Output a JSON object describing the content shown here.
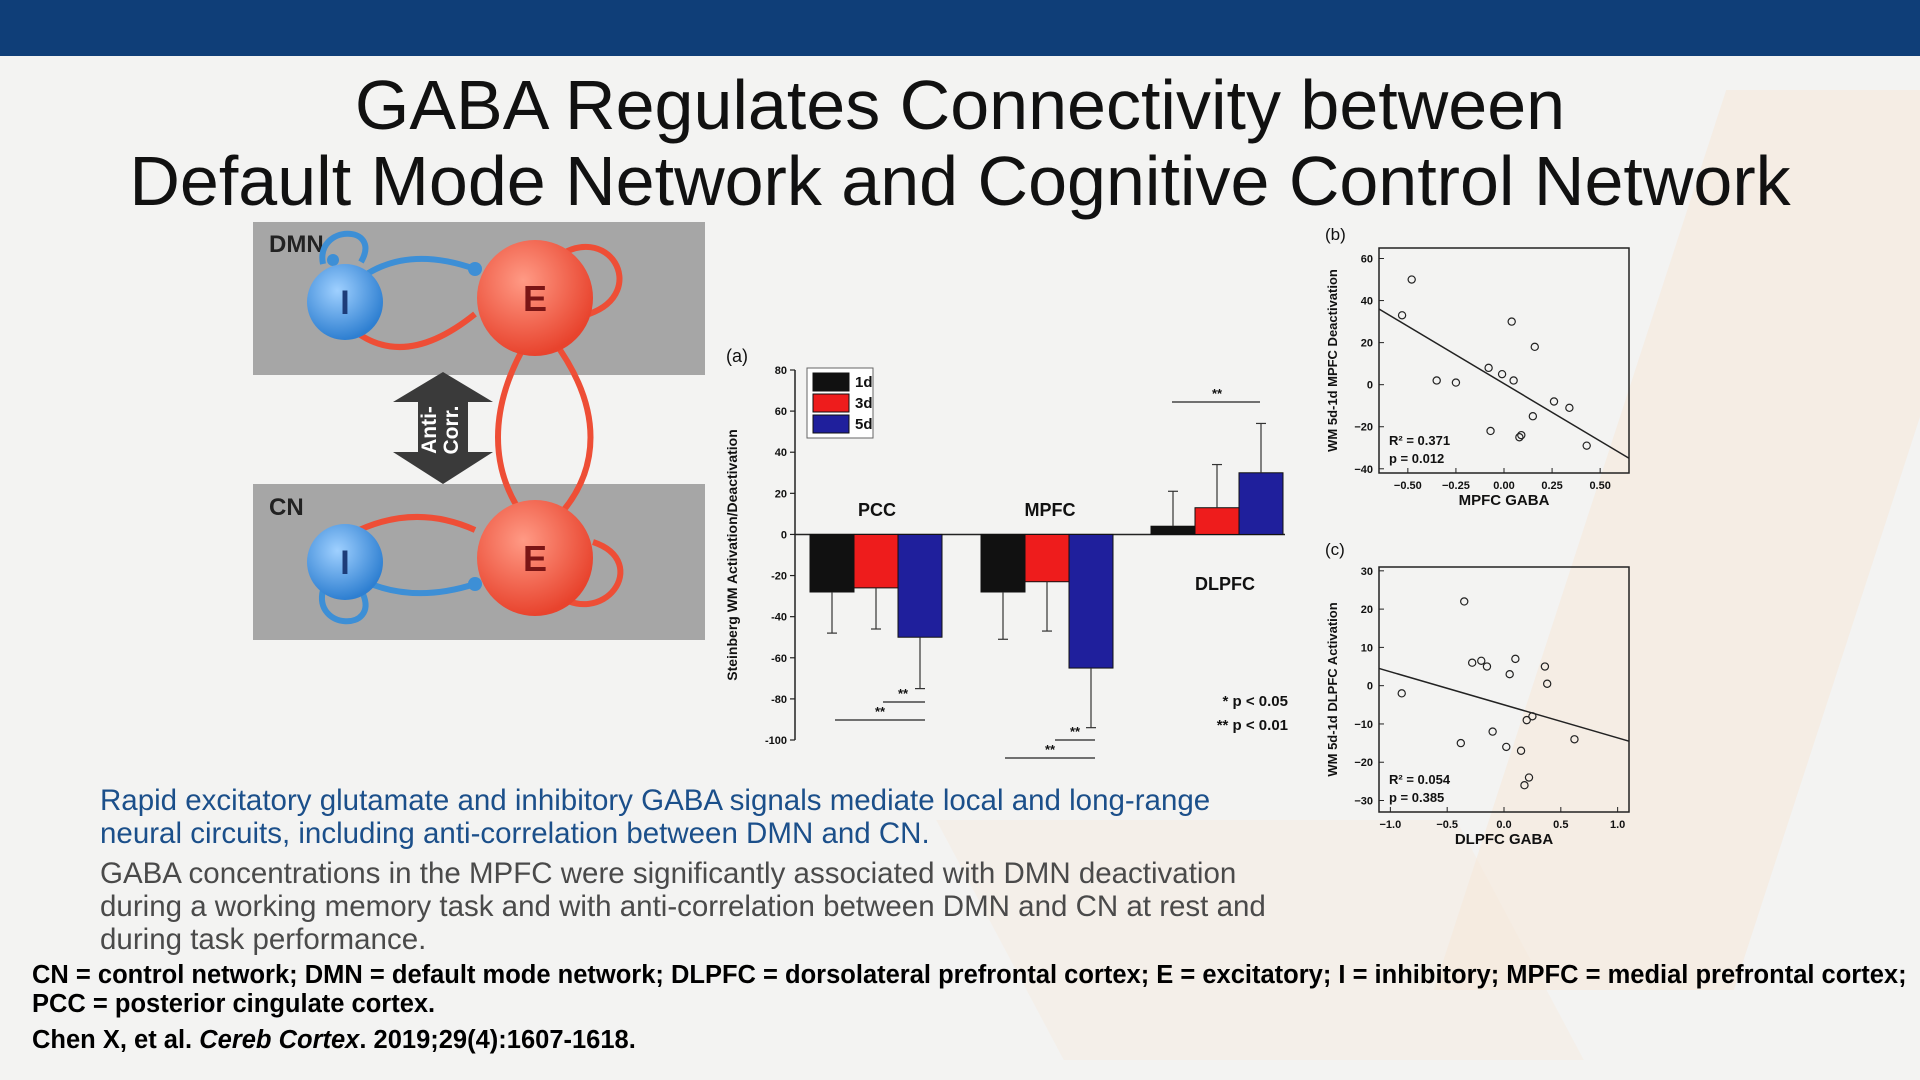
{
  "slide": {
    "title_line1": "GABA Regulates Connectivity between",
    "title_line2": "Default Mode Network and Cognitive Control Network",
    "text_blue": "Rapid excitatory glutamate and inhibitory GABA signals mediate local and long-range neural circuits, including anti-correlation between DMN and CN.",
    "text_gray": "GABA concentrations in the MPFC were significantly associated with DMN deactivation during a working memory task and with anti-correlation between DMN and CN at rest and during task performance.",
    "footnote": "CN = control network; DMN = default mode network; DLPFC = dorsolateral prefrontal cortex; E = excitatory; I = inhibitory; MPFC = medial prefrontal cortex; PCC = posterior cingulate cortex.",
    "citation_authors": "Chen X, et al. ",
    "citation_journal": "Cereb Cortex",
    "citation_rest": ". 2019;29(4):1607-1618."
  },
  "diagram": {
    "dmn_label": "DMN",
    "cn_label": "CN",
    "i_label": "I",
    "e_label": "E",
    "arrow_label_1": "Anti-",
    "arrow_label_2": "Corr.",
    "colors": {
      "panel": "#a6a6a6",
      "inhibitory": "#3d8fd6",
      "excitatory": "#ee4e36",
      "arrow": "#3a3a3a"
    }
  },
  "chart_data": [
    {
      "type": "bar",
      "panel": "(a)",
      "ylabel": "Steinberg WM Activation/Deactivation",
      "ylim": [
        -100,
        80
      ],
      "yticks": [
        80,
        60,
        40,
        20,
        0,
        -20,
        -40,
        -60,
        -80,
        -100
      ],
      "groups": [
        "PCC",
        "MPFC",
        "DLPFC"
      ],
      "series": [
        {
          "name": "1d",
          "color": "#111111",
          "values": [
            -28,
            -28,
            4
          ],
          "errors": [
            20,
            23,
            17
          ]
        },
        {
          "name": "3d",
          "color": "#ee1c1c",
          "values": [
            -26,
            -23,
            13
          ],
          "errors": [
            20,
            24,
            21
          ]
        },
        {
          "name": "5d",
          "color": "#1f1f9c",
          "values": [
            -50,
            -65,
            30
          ],
          "errors": [
            25,
            29,
            24
          ]
        }
      ],
      "significance_marks": [
        "**",
        "**",
        "**",
        "**",
        "**"
      ],
      "significance_legend": [
        "* p < 0.05",
        "** p < 0.01"
      ]
    },
    {
      "type": "scatter",
      "panel": "(b)",
      "xlabel": "MPFC GABA",
      "ylabel": "WM 5d-1d MPFC Deactivation",
      "xlim": [
        -0.65,
        0.65
      ],
      "ylim": [
        -42,
        65
      ],
      "xticks": [
        "−0.50",
        "−0.25",
        "0.00",
        "0.25",
        "0.50"
      ],
      "yticks": [
        "60",
        "40",
        "20",
        "0",
        "−20",
        "−40"
      ],
      "points": [
        {
          "x": -0.53,
          "y": 33
        },
        {
          "x": -0.48,
          "y": 50
        },
        {
          "x": -0.35,
          "y": 2
        },
        {
          "x": -0.25,
          "y": 1
        },
        {
          "x": -0.08,
          "y": 8
        },
        {
          "x": -0.07,
          "y": -22
        },
        {
          "x": -0.01,
          "y": 5
        },
        {
          "x": 0.04,
          "y": 30
        },
        {
          "x": 0.05,
          "y": 2
        },
        {
          "x": 0.08,
          "y": -25
        },
        {
          "x": 0.09,
          "y": -24
        },
        {
          "x": 0.15,
          "y": -15
        },
        {
          "x": 0.16,
          "y": 18
        },
        {
          "x": 0.26,
          "y": -8
        },
        {
          "x": 0.34,
          "y": -11
        },
        {
          "x": 0.43,
          "y": -29
        }
      ],
      "fit_line": [
        {
          "x": -0.65,
          "y": 36
        },
        {
          "x": 0.65,
          "y": -35
        }
      ],
      "stats": [
        "R² = 0.371",
        "p = 0.012"
      ]
    },
    {
      "type": "scatter",
      "panel": "(c)",
      "xlabel": "DLPFC GABA",
      "ylabel": "WM 5d-1d DLPFC Activation",
      "xlim": [
        -1.1,
        1.1
      ],
      "ylim": [
        -33,
        31
      ],
      "xticks": [
        "−1.0",
        "−0.5",
        "0.0",
        "0.5",
        "1.0"
      ],
      "yticks": [
        "30",
        "20",
        "10",
        "0",
        "−10",
        "−20",
        "−30"
      ],
      "points": [
        {
          "x": -0.9,
          "y": -2
        },
        {
          "x": -0.38,
          "y": -15
        },
        {
          "x": -0.35,
          "y": 22
        },
        {
          "x": -0.28,
          "y": 6
        },
        {
          "x": -0.2,
          "y": 6.5
        },
        {
          "x": -0.15,
          "y": 5
        },
        {
          "x": -0.1,
          "y": -12
        },
        {
          "x": 0.02,
          "y": -16
        },
        {
          "x": 0.05,
          "y": 3
        },
        {
          "x": 0.1,
          "y": 7
        },
        {
          "x": 0.15,
          "y": -17
        },
        {
          "x": 0.18,
          "y": -26
        },
        {
          "x": 0.2,
          "y": -9
        },
        {
          "x": 0.22,
          "y": -24
        },
        {
          "x": 0.25,
          "y": -8
        },
        {
          "x": 0.36,
          "y": 5
        },
        {
          "x": 0.38,
          "y": 0.5
        },
        {
          "x": 0.62,
          "y": -14
        }
      ],
      "fit_line": [
        {
          "x": -1.1,
          "y": 4.5
        },
        {
          "x": 1.1,
          "y": -14.5
        }
      ],
      "stats": [
        "R² = 0.054",
        "p = 0.385"
      ]
    }
  ]
}
